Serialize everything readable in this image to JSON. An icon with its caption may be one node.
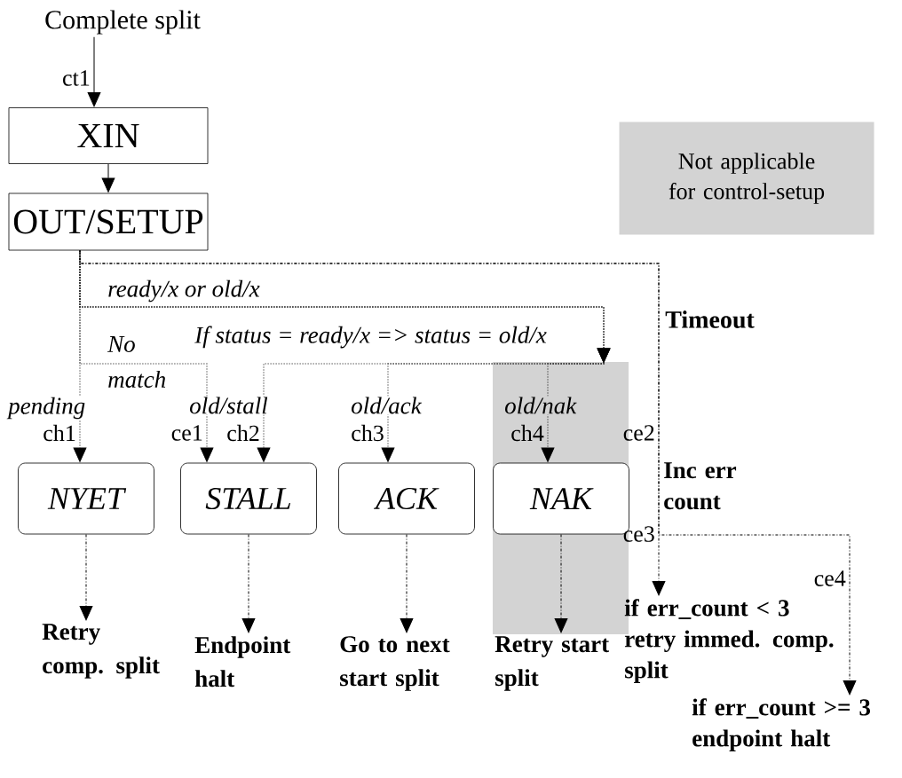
{
  "diagram": {
    "nodes": [
      {
        "text": [
          "Complete split"
        ]
      },
      {
        "text": [
          "XIN"
        ]
      },
      {
        "text": [
          "OUT/SETUP"
        ]
      },
      {
        "text": [
          "Not applicable for control-setup"
        ]
      },
      {
        "text": [
          "NYET"
        ]
      },
      {
        "text": [
          "STALL"
        ]
      },
      {
        "text": [
          "ACK"
        ]
      },
      {
        "text": [
          "NAK"
        ]
      },
      {
        "text": [
          "Retry comp. split"
        ]
      },
      {
        "text": [
          "Endpoint halt"
        ]
      },
      {
        "text": [
          "Go to next start split"
        ]
      },
      {
        "text": [
          "Retry start split"
        ]
      },
      {
        "text": [
          "if err_count < 3 retry immed. comp. split"
        ]
      },
      {
        "text": [
          "if err_count >= 3 endpoint halt"
        ]
      }
    ],
    "edges": [
      {
        "from": 0,
        "to": 1,
        "arrow": "to"
      },
      {
        "from": 1,
        "to": 2,
        "arrow": "to"
      },
      {
        "from": 2,
        "to": 4,
        "arrow": "to",
        "style": "dashed",
        "label": "pending"
      },
      {
        "from": 2,
        "to": 5,
        "arrow": "to",
        "style": "dashed",
        "label": "No match"
      },
      {
        "from": 2,
        "to": 5,
        "arrow": "to",
        "style": "dashed",
        "label": "old/stall"
      },
      {
        "from": 2,
        "to": 6,
        "arrow": "to",
        "style": "dashed",
        "label": "old/ack"
      },
      {
        "from": 2,
        "to": 7,
        "arrow": "to",
        "style": "dashed",
        "label": "old/nak"
      },
      {
        "from": 2,
        "to": 12,
        "arrow": "to",
        "style": "dashed",
        "label": "Timeout"
      },
      {
        "from": 2,
        "to": 13,
        "arrow": "to",
        "style": "dashed"
      },
      {
        "from": 4,
        "to": 8,
        "arrow": "to",
        "style": "dashed"
      },
      {
        "from": 5,
        "to": 9,
        "arrow": "to",
        "style": "dashed"
      },
      {
        "from": 6,
        "to": 10,
        "arrow": "to",
        "style": "dashed"
      },
      {
        "from": 7,
        "to": 11,
        "arrow": "to",
        "style": "dashed"
      }
    ],
    "labels": [
      "ct1",
      "ready/x or old/x",
      "If status = ready/x => status = old/x",
      "ch1",
      "ce1",
      "ch2",
      "ch3",
      "ch4",
      "ce2",
      "Inc err count",
      "ce3",
      "ce4"
    ]
  }
}
